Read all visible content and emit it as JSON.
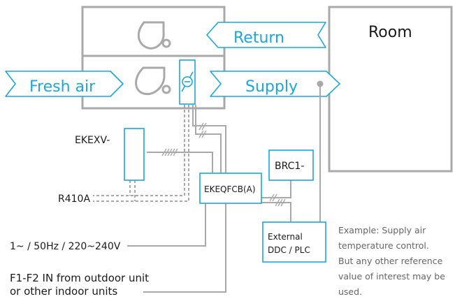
{
  "colors": {
    "accent": "#1aa7e0",
    "structure": "#a9a9a9",
    "text": "#1a1a1a",
    "note": "#666666"
  },
  "icons": [
    "fan-icon",
    "fan-icon",
    "damper-icon",
    "sensor-icon"
  ],
  "labels": {
    "room": "Room",
    "return": "Return",
    "fresh_air": "Fresh air",
    "supply": "Supply",
    "ekexv": "EKEXV-",
    "r410a": "R410A",
    "controller": "EKEQFCB(A)",
    "brc1": "BRC1-",
    "ddc_line1": "External",
    "ddc_line2": "DDC / PLC",
    "power": "1~ / 50Hz / 220~240V",
    "f1f2_line1": "F1-F2 IN from outdoor unit",
    "f1f2_line2": "or other indoor units"
  },
  "note_lines": [
    "Example: Supply air",
    "temperature control.",
    "But any other reference",
    "value of interest may be",
    "used."
  ]
}
